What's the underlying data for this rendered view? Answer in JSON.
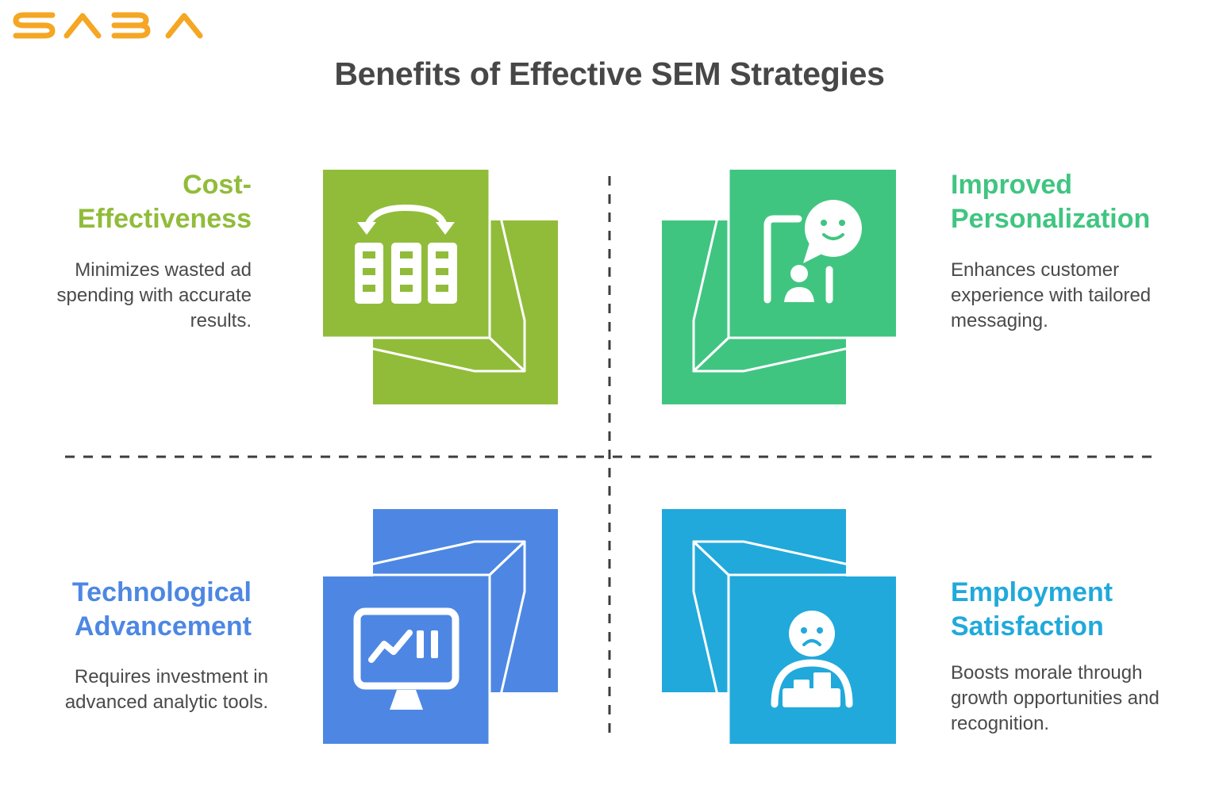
{
  "brand": {
    "logo_text": "SABA",
    "logo_color": "#f5a623"
  },
  "title": "Benefits of Effective SEM Strategies",
  "quadrants": [
    {
      "heading": "Cost-Effectiveness",
      "description": "Minimizes wasted ad spending with accurate results.",
      "color": "#91bc3a",
      "icon": "calculator-swap-icon"
    },
    {
      "heading": "Improved Personalization",
      "description": "Enhances customer experience with tailored messaging.",
      "color": "#40c581",
      "icon": "person-speech-bubble-icon"
    },
    {
      "heading": "Technological Advancement",
      "description": "Requires investment in advanced analytic tools.",
      "color": "#4d87e3",
      "icon": "monitor-chart-icon"
    },
    {
      "heading": "Employment Satisfaction",
      "description": "Boosts morale through growth opportunities and recognition.",
      "color": "#21a9db",
      "icon": "sad-worker-icon"
    }
  ]
}
